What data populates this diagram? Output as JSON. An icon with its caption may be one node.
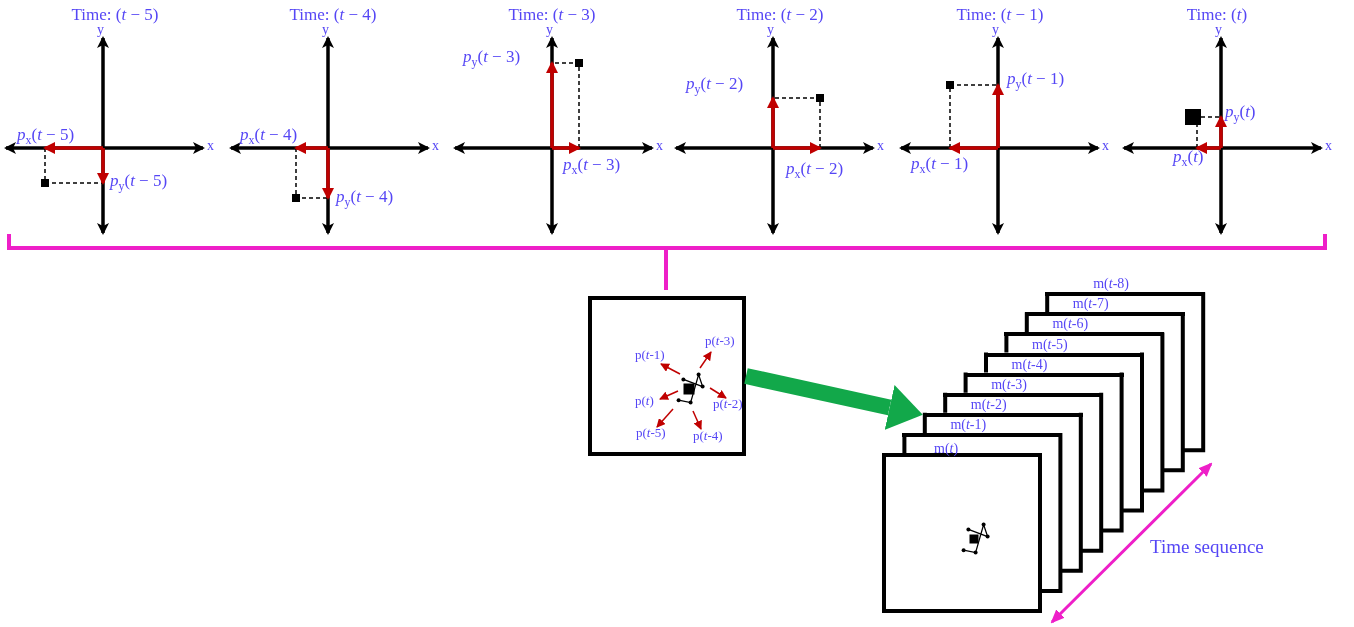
{
  "diagram": {
    "nodes": [
      {
        "text": [
          "p(*t*-1)",
          "p(*t*-3)",
          "p(*t*)",
          "p(*t*-2)",
          "p(*t*-5)",
          "p(*t*-4)"
        ]
      },
      {
        "text": [
          "m(*t*-8)"
        ]
      },
      {
        "text": [
          "m(*t*-7)"
        ]
      },
      {
        "text": [
          "m(*t*-6)"
        ]
      },
      {
        "text": [
          "m(*t*-5)"
        ]
      },
      {
        "text": [
          "m(*t*-4)"
        ]
      },
      {
        "text": [
          "m(*t*-3)"
        ]
      },
      {
        "text": [
          "m(*t*-2)"
        ]
      },
      {
        "text": [
          "m(*t*-1)"
        ]
      },
      {
        "text": [
          "m(*t*)"
        ]
      }
    ],
    "edges": [
      {
        "from": 0,
        "to": 7,
        "arrow": "to",
        "color": "#12a84a"
      }
    ],
    "labels": [
      "Time: (*t* − 5)",
      "y",
      "*p*$_{x}$(*t* − 5)",
      "*p*$_{y}$(*t* − 5)",
      "x",
      "Time: (*t* − 4)",
      "y",
      "*p*$_{x}$(*t* − 4)",
      "*p*$_{y}$(*t* − 4)",
      "x",
      "Time: (*t* − 3)",
      "y",
      "*p*$_{x}$(*t* − 3)",
      "*p*$_{y}$(*t* − 3)",
      "x",
      "Time: (*t* − 2)",
      "y",
      "*p*$_{x}$(*t* − 2)",
      "*p*$_{y}$(*t* − 2)",
      "x",
      "Time: (*t* − 1)",
      "y",
      "*p*$_{x}$(*t* − 1)",
      "*p*$_{y}$(*t* − 1)",
      "x",
      "Time: (*t*)",
      "y",
      "*p*$_{x}$(*t*)",
      "*p*$_{y}$(*t*)",
      "x",
      "Time sequence"
    ]
  }
}
